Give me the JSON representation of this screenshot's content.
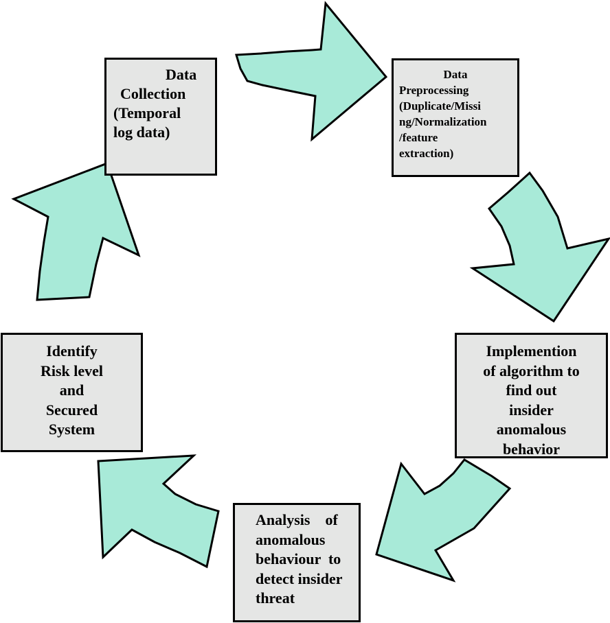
{
  "colors": {
    "arrow_fill": "#a8ead8",
    "box_fill": "#e5e6e5",
    "outline": "#000000"
  },
  "steps": {
    "data_collection": {
      "lines": [
        "Data",
        "Collection",
        "(Temporal",
        "log data)"
      ]
    },
    "preprocessing": {
      "lines": [
        "Data",
        "Preprocessing",
        "(Duplicate/Missi",
        "ng/Normalization",
        "/feature",
        "extraction)"
      ]
    },
    "algorithm": {
      "lines": [
        "Implemention",
        "of algorithm to",
        "find out",
        "insider",
        "anomalous",
        "behavior"
      ]
    },
    "analysis": {
      "lines": [
        "Analysis    of",
        "anomalous",
        "behaviour  to",
        "detect insider",
        "threat"
      ]
    },
    "risk": {
      "lines": [
        "Identify",
        "Risk level",
        "and",
        "Secured",
        "System"
      ]
    }
  },
  "arrows": [
    "collection-to-preprocessing",
    "preprocessing-to-algorithm",
    "algorithm-to-analysis",
    "analysis-to-risk",
    "risk-to-collection"
  ]
}
